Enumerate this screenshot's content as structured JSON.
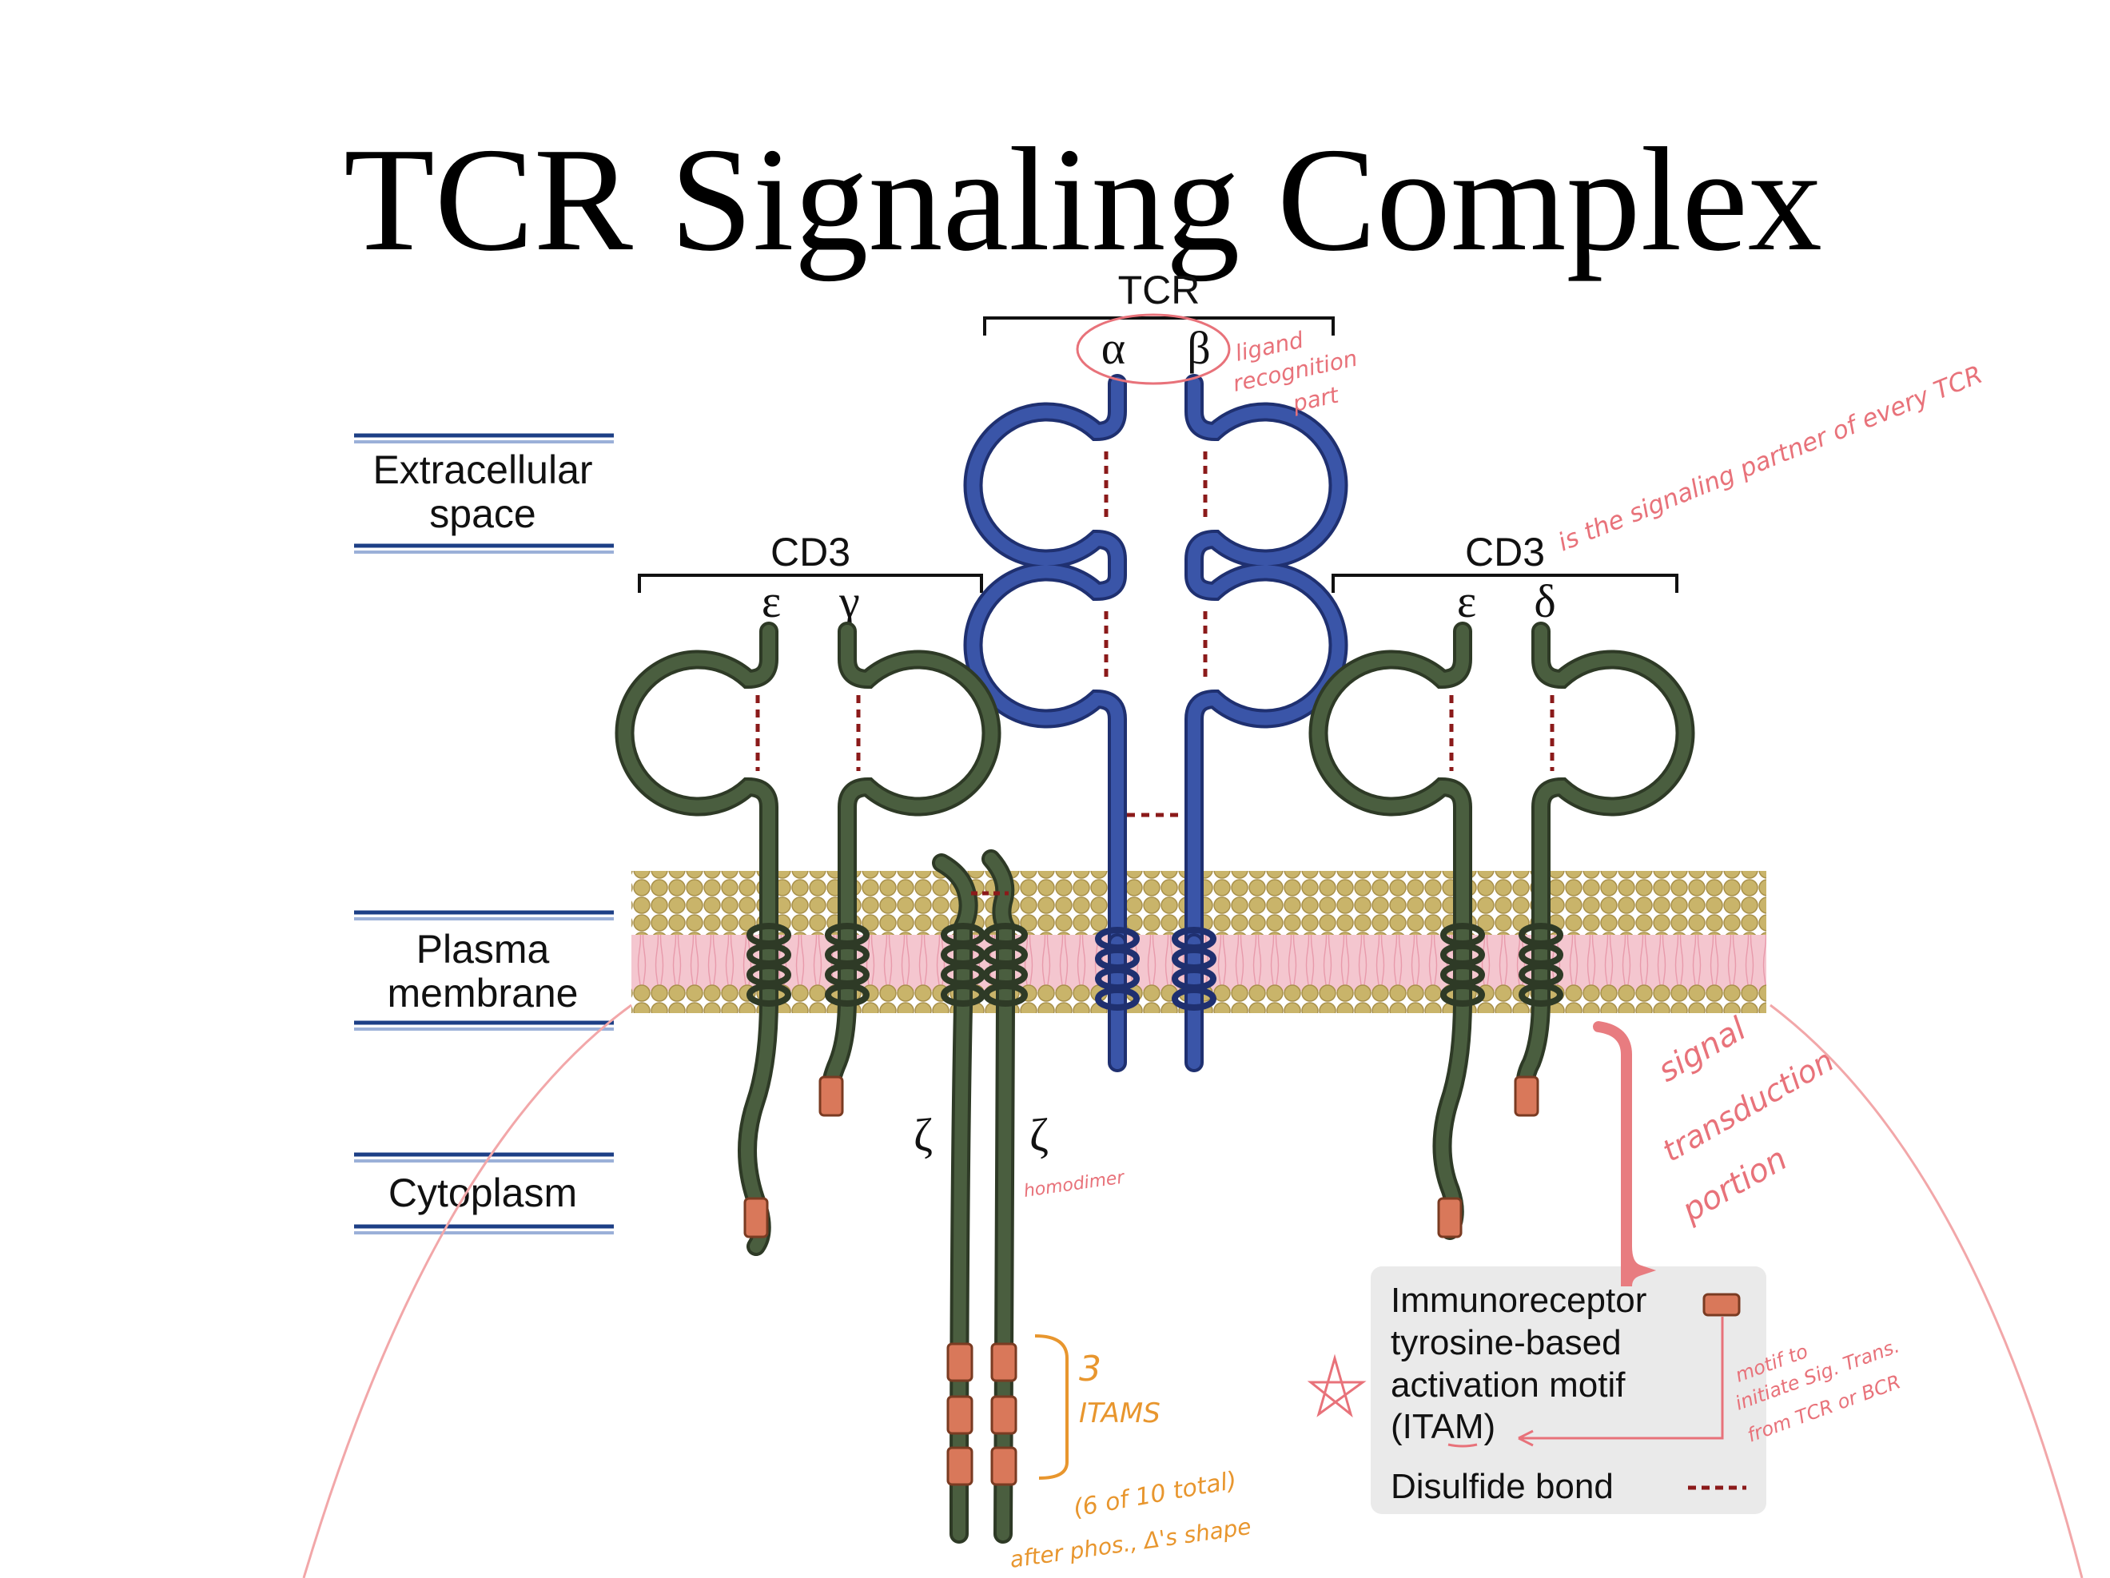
{
  "title": "TCR Signaling Complex",
  "regions": {
    "extracellular_line1": "Extracellular",
    "extracellular_line2": "space",
    "plasma_line1": "Plasma",
    "plasma_line2": "membrane",
    "cytoplasm": "Cytoplasm"
  },
  "complexes": {
    "tcr": "TCR",
    "tcr_alpha": "α",
    "tcr_beta": "β",
    "cd3_left": "CD3",
    "cd3_left_epsilon": "ε",
    "cd3_left_gamma": "γ",
    "cd3_right": "CD3",
    "cd3_right_epsilon": "ε",
    "cd3_right_delta": "δ",
    "zeta_left": "ζ",
    "zeta_right": "ζ"
  },
  "legend": {
    "itam_line1": "Immunoreceptor",
    "itam_line2": "tyrosine-based",
    "itam_line3": "activation motif",
    "itam_line4": "(ITAM)",
    "disulfide": "Disulfide bond"
  },
  "annotations": {
    "ligand_line1": "ligand",
    "ligand_line2": "recognition",
    "ligand_line3": "part",
    "signaling_partner": "is the signaling partner of every TCR",
    "signal_line1": "signal",
    "signal_line2": "transduction",
    "signal_line3": "portion",
    "homodimer": "homodimer",
    "itams_count": "3",
    "itams_word": "ITAMS",
    "itams_total": "(6 of 10 total)",
    "after_phos": "after phos., Δ's shape",
    "motif_line1": "motif to",
    "motif_line2": "initiate Sig. Trans.",
    "motif_line3": "from TCR or BCR"
  },
  "colors": {
    "tcr_chain": "#3a55a8",
    "cd3_chain": "#4a5e3f",
    "itam": "#d9785a",
    "disulfide": "#8b1a1a",
    "lipid_head": "#c9b46a",
    "lipid_tail": "#f0b7c3",
    "annotation_pink": "#e8727a",
    "annotation_orange": "#e8962e"
  }
}
